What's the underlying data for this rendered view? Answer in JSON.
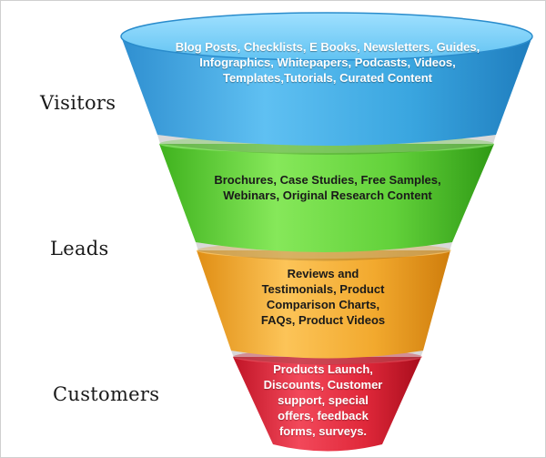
{
  "labels": {
    "visitors": "Visitors",
    "leads": "Leads",
    "customers": "Customers"
  },
  "layers": {
    "top": {
      "text": "Blog Posts, Checklists, E Books, Newsletters, Guides,\nInfographics, Whitepapers, Podcasts, Videos,\nTemplates,Tutorials, Curated Content",
      "color": "#3aa6e0"
    },
    "green": {
      "text": "Brochures, Case Studies, Free Samples,\nWebinars, Original Research Content",
      "color": "#62d13a"
    },
    "orange": {
      "text": "Reviews and\nTestimonials, Product\nComparison Charts,\nFAQs, Product Videos",
      "color": "#f2a92e"
    },
    "red": {
      "text": "Products Launch,\nDiscounts, Customer\nsupport, special\noffers, feedback\nforms, surveys.",
      "color": "#e0283a"
    }
  }
}
